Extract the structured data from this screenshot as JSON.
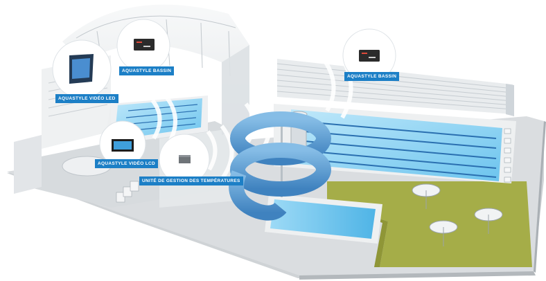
{
  "callouts": {
    "bassin_left": {
      "label": "AQUASTYLE BASSIN",
      "icon": "scoreboard-display-icon"
    },
    "video_led": {
      "label": "AQUASTYLE VIDÉO LED",
      "icon": "led-video-screen-icon"
    },
    "video_lcd": {
      "label": "AQUASTYLE VIDÉO LCD",
      "icon": "lcd-video-screen-icon"
    },
    "temperature_unit": {
      "label": "UNITÉ DE GESTION DES TEMPÉRATURES",
      "icon": "control-box-icon"
    },
    "bassin_right": {
      "label": "AQUASTYLE BASSIN",
      "icon": "scoreboard-display-icon"
    }
  },
  "colors": {
    "label_bg": "#1c7fc6",
    "label_text": "#ffffff",
    "water": "#8fd3f3",
    "water_deep": "#5bbde8",
    "slide": "#5a9fd4",
    "floor": "#c9cdd1",
    "lawn": "#a3ab47",
    "wall": "#e7eaec"
  }
}
